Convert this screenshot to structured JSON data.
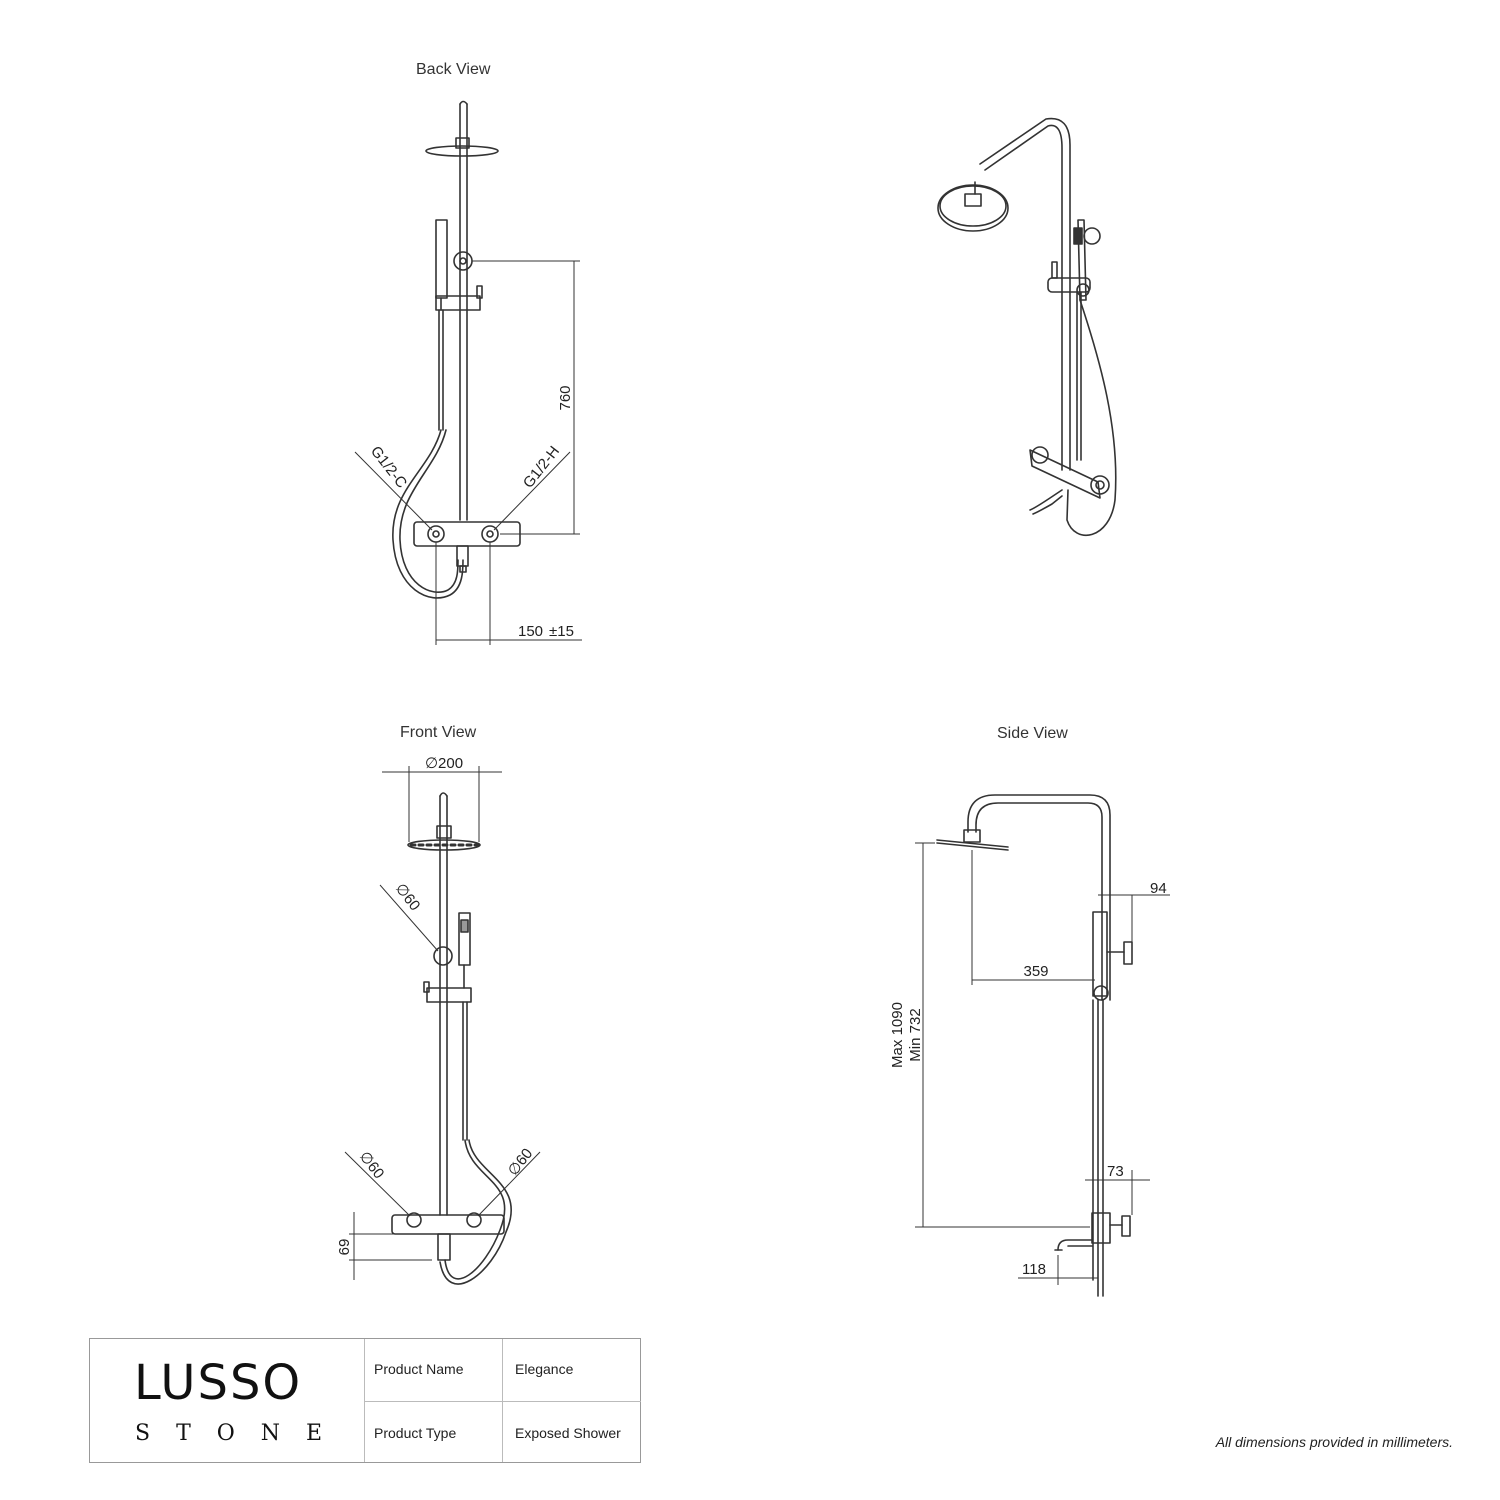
{
  "views": {
    "back_title": "Back View",
    "front_title": "Front View",
    "side_title": "Side View"
  },
  "dimensions": {
    "back_height": "760",
    "back_cold_inlet": "G1/2-C",
    "back_hot_inlet": "G1/2-H",
    "back_spacing": "150",
    "back_tolerance": "±15",
    "front_head_diameter": "∅200",
    "front_bracket_diameter": "∅60",
    "front_left_handle": "∅60",
    "front_right_handle": "∅60",
    "front_mixer_height": "69",
    "side_max": "Max 1090",
    "side_min": "Min 732",
    "side_handle_offset": "94",
    "side_arm_projection": "359",
    "side_mixer_offset": "73",
    "side_spout_projection": "118"
  },
  "title_block": {
    "brand_line1": "LUSSO",
    "brand_line2": "STONE",
    "product_name_label": "Product Name",
    "product_name_value": "Elegance",
    "product_type_label": "Product Type",
    "product_type_value": "Exposed Shower"
  },
  "footer_note": "All dimensions provided in millimeters."
}
